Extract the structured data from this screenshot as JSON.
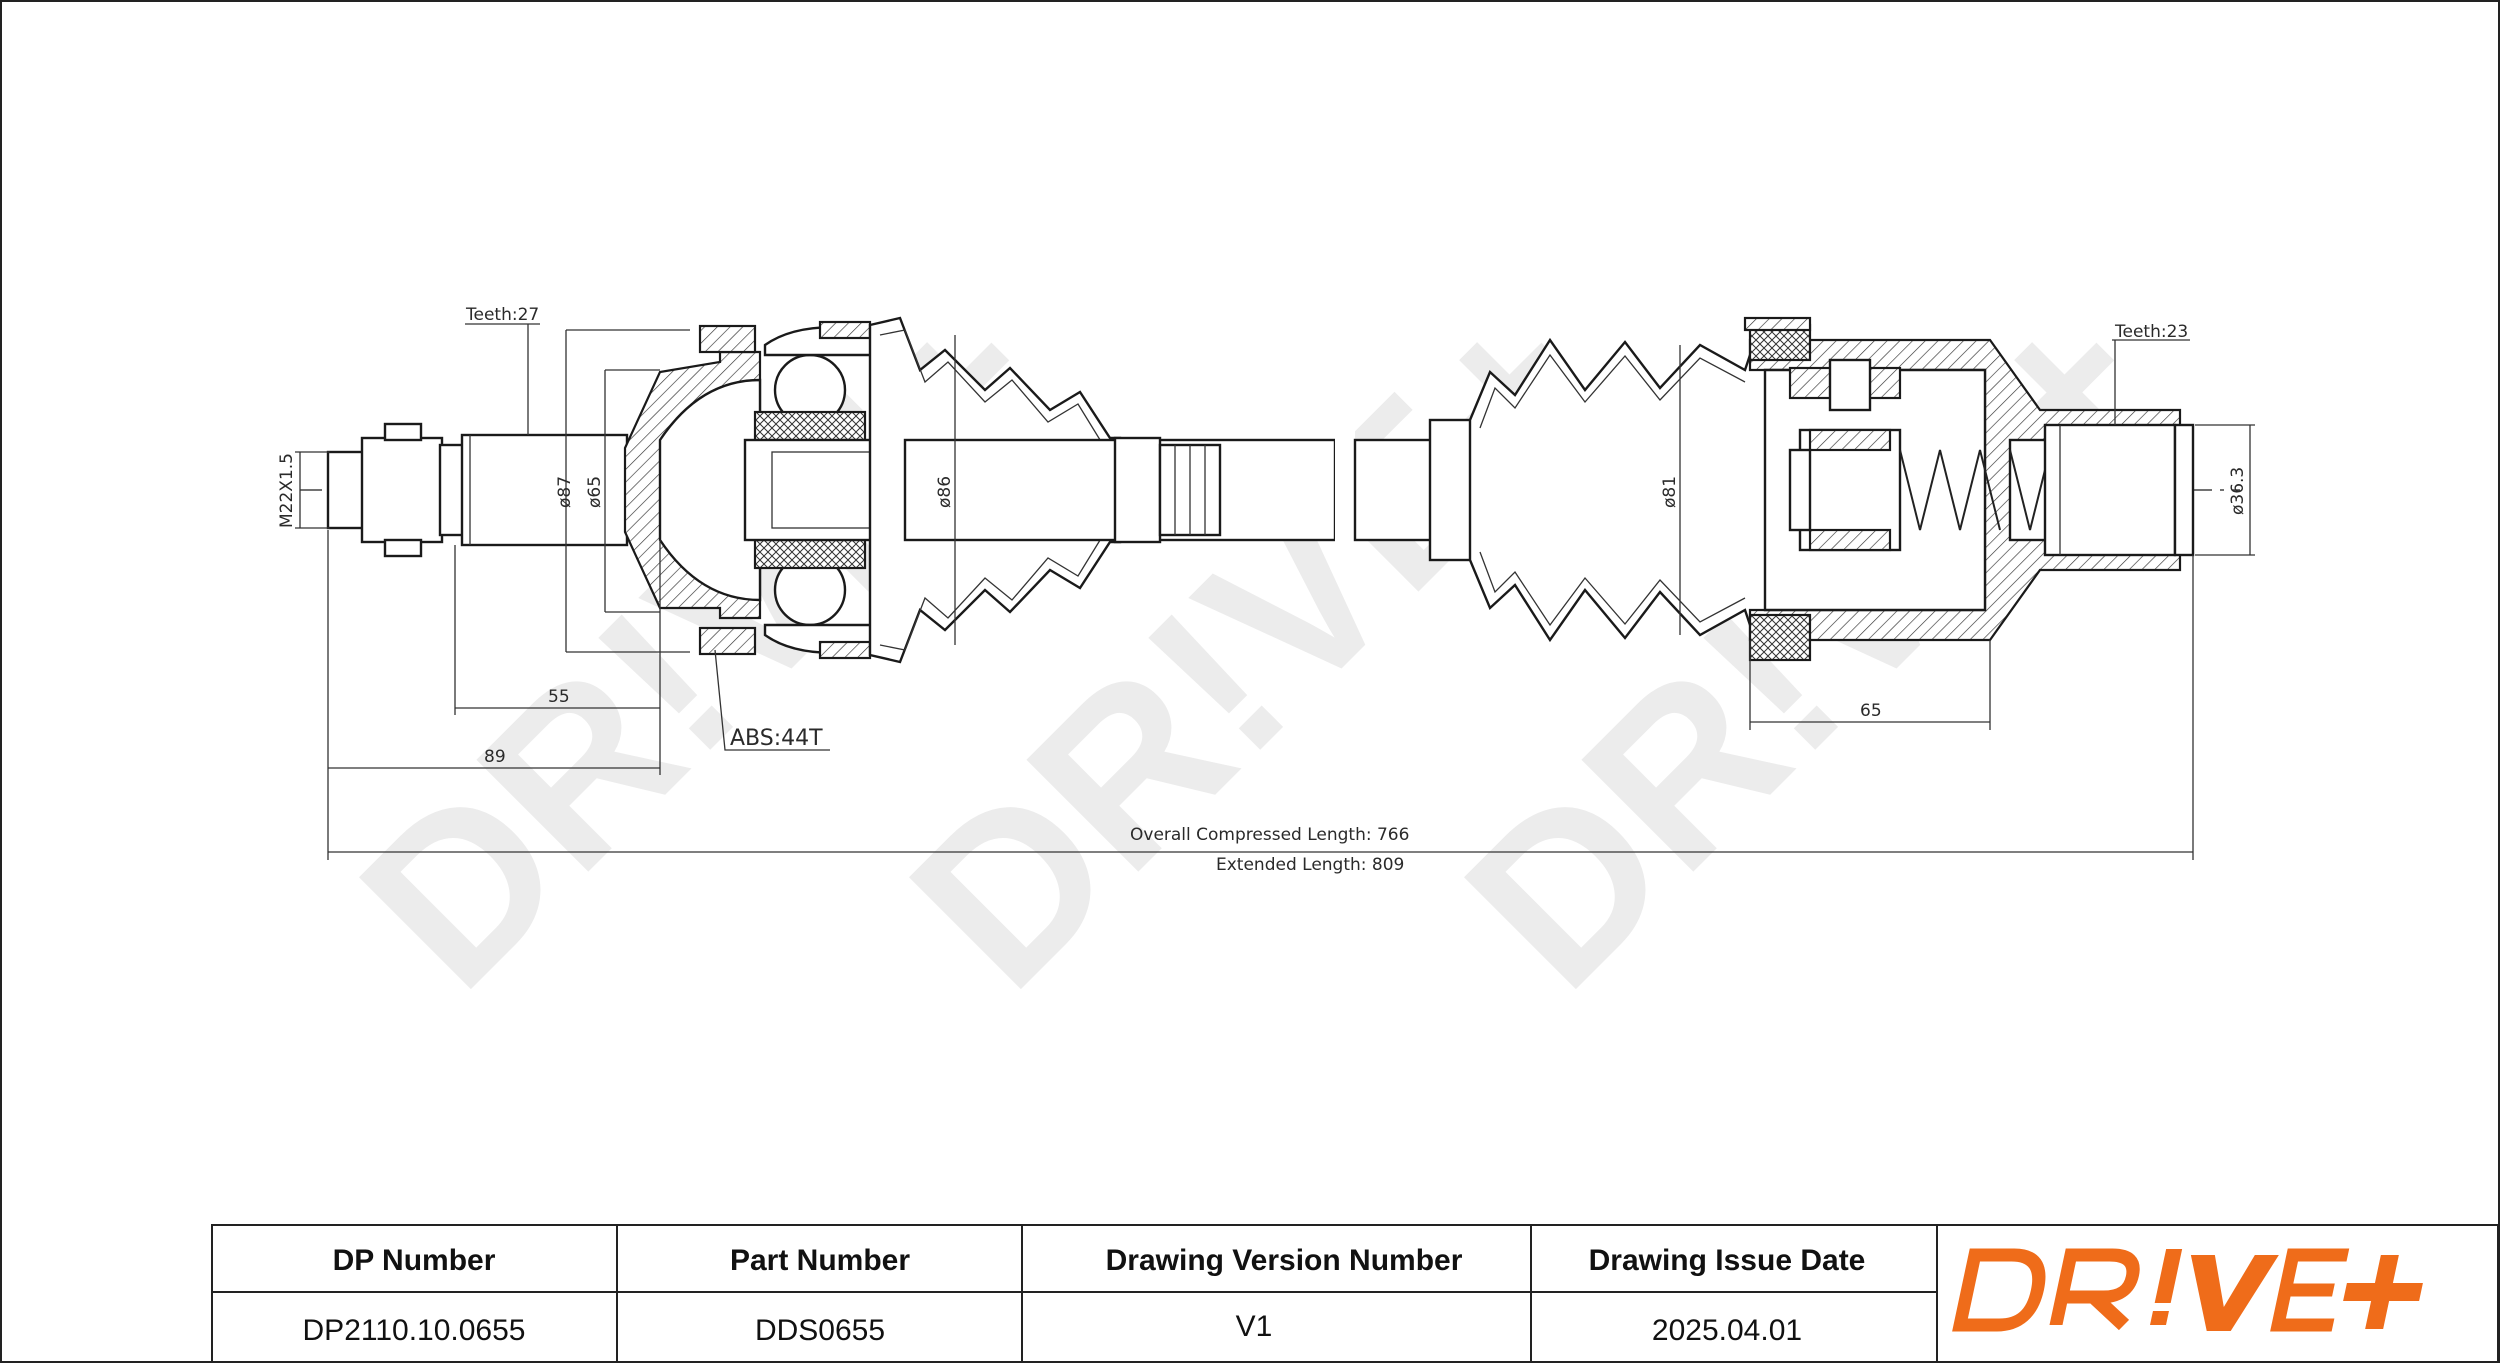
{
  "drawing": {
    "teeth_left": "Teeth:27",
    "teeth_right": "Teeth:23",
    "thread": "M22X1.5",
    "dia_87": "ø87",
    "dia_65": "ø65",
    "dia_86": "ø86",
    "dia_81": "ø81",
    "dia_363": "ø36.3",
    "dim_55": "55",
    "dim_89": "89",
    "dim_65": "65",
    "abs": "ABS:44T",
    "overall_compressed": "Overall Compressed Length: 766",
    "extended": "Extended Length: 809"
  },
  "watermark": "DR!VE+",
  "title_block": {
    "headers": [
      "DP Number",
      "Part Number",
      "Drawing Version Number",
      "Drawing Issue Date"
    ],
    "values": [
      "DP2110.10.0655",
      "DDS0655",
      "V1",
      "2025.04.01"
    ],
    "logo_text": "DR!VE+",
    "logo_color": "#ef6c1a"
  }
}
